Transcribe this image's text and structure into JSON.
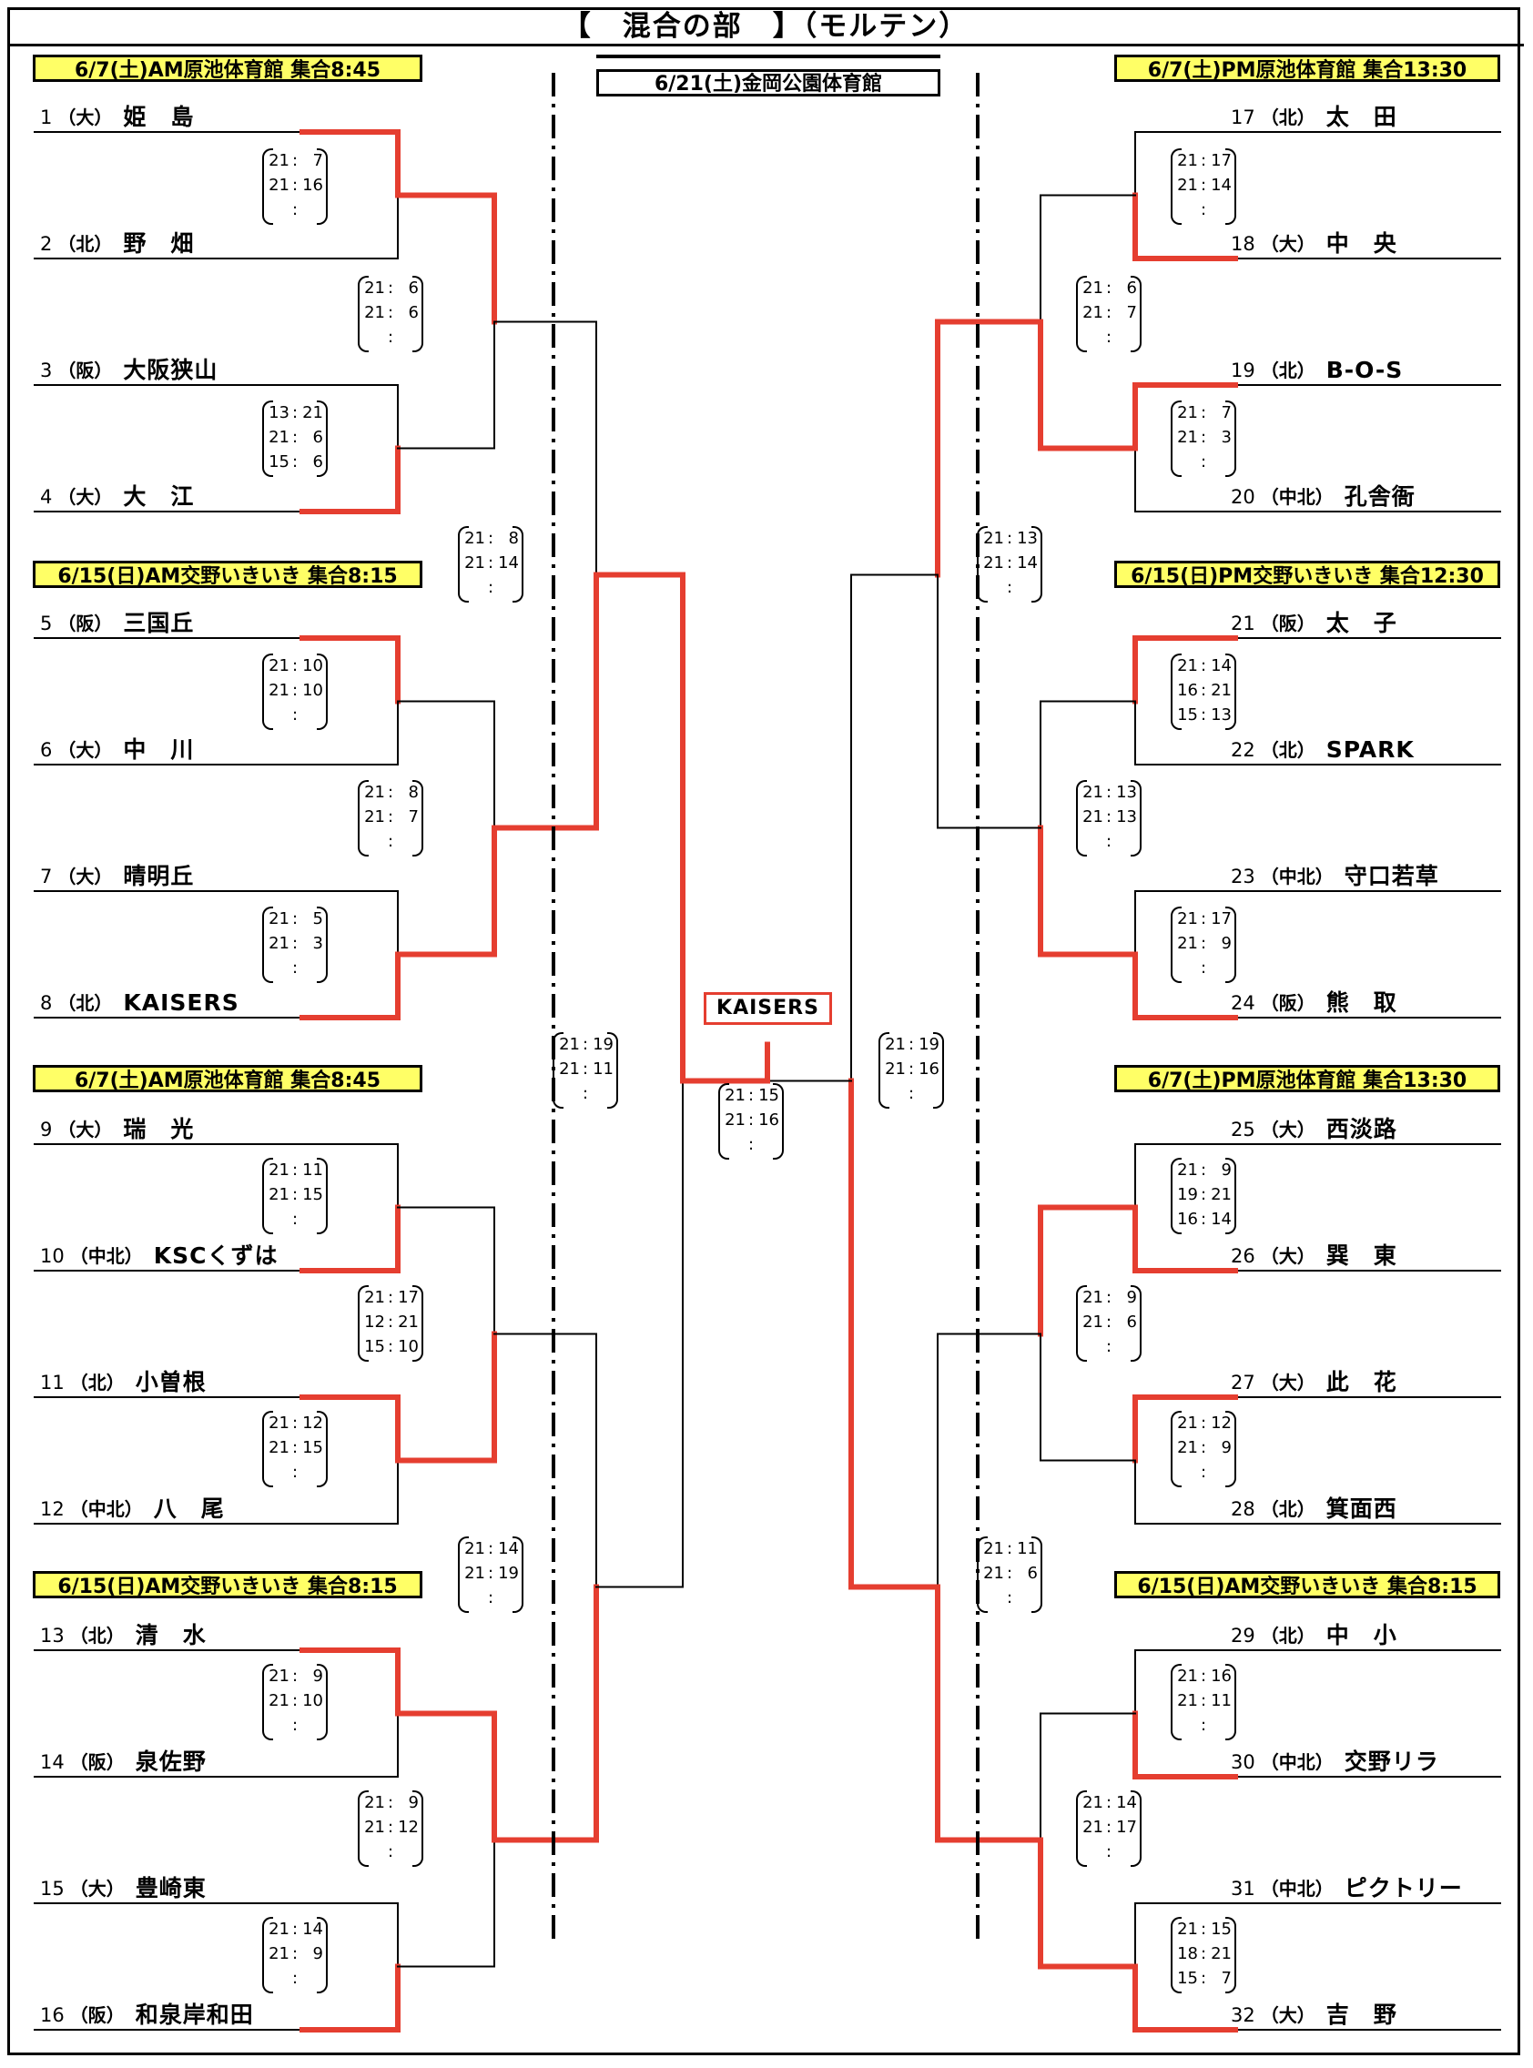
{
  "title": "【　混合の部　】（モルテン）",
  "final_venue": "6/21(土)金岡公園体育館",
  "champion": "KAISERS",
  "colors": {
    "winner_line": "#e53e30",
    "venue_fill": "#ffff66"
  },
  "venues": {
    "left_1": "6/7(土)AM原池体育館 集合8:45",
    "left_2": "6/15(日)AM交野いきいき 集合8:15",
    "left_3": "6/7(土)AM原池体育館 集合8:45",
    "left_4": "6/15(日)AM交野いきいき 集合8:15",
    "right_1": "6/7(土)PM原池体育館 集合13:30",
    "right_2": "6/15(日)PM交野いきいき 集合12:30",
    "right_3": "6/7(土)PM原池体育館 集合13:30",
    "right_4": "6/15(日)AM交野いきいき 集合8:15"
  },
  "teams": [
    {
      "num": "1",
      "reg": "（大）",
      "name": "姫　島"
    },
    {
      "num": "2",
      "reg": "（北）",
      "name": "野　畑"
    },
    {
      "num": "3",
      "reg": "（阪）",
      "name": "大阪狭山"
    },
    {
      "num": "4",
      "reg": "（大）",
      "name": "大　江"
    },
    {
      "num": "5",
      "reg": "（阪）",
      "name": "三国丘"
    },
    {
      "num": "6",
      "reg": "（大）",
      "name": "中　川"
    },
    {
      "num": "7",
      "reg": "（大）",
      "name": "晴明丘"
    },
    {
      "num": "8",
      "reg": "（北）",
      "name": "KAISERS"
    },
    {
      "num": "9",
      "reg": "（大）",
      "name": "瑞　光"
    },
    {
      "num": "10",
      "reg": "（中北）",
      "name": "KSCくずは"
    },
    {
      "num": "11",
      "reg": "（北）",
      "name": "小曽根"
    },
    {
      "num": "12",
      "reg": "（中北）",
      "name": "八　尾"
    },
    {
      "num": "13",
      "reg": "（北）",
      "name": "清　水"
    },
    {
      "num": "14",
      "reg": "（阪）",
      "name": "泉佐野"
    },
    {
      "num": "15",
      "reg": "（大）",
      "name": "豊崎東"
    },
    {
      "num": "16",
      "reg": "（阪）",
      "name": "和泉岸和田"
    },
    {
      "num": "17",
      "reg": "（北）",
      "name": "太　田"
    },
    {
      "num": "18",
      "reg": "（大）",
      "name": "中　央"
    },
    {
      "num": "19",
      "reg": "（北）",
      "name": "B-O-S"
    },
    {
      "num": "20",
      "reg": "（中北）",
      "name": "孔舎衙"
    },
    {
      "num": "21",
      "reg": "（阪）",
      "name": "太　子"
    },
    {
      "num": "22",
      "reg": "（北）",
      "name": "SPARK"
    },
    {
      "num": "23",
      "reg": "（中北）",
      "name": "守口若草"
    },
    {
      "num": "24",
      "reg": "（阪）",
      "name": "熊　取"
    },
    {
      "num": "25",
      "reg": "（大）",
      "name": "西淡路"
    },
    {
      "num": "26",
      "reg": "（大）",
      "name": "巽　東"
    },
    {
      "num": "27",
      "reg": "（大）",
      "name": "此　花"
    },
    {
      "num": "28",
      "reg": "（北）",
      "name": "箕面西"
    },
    {
      "num": "29",
      "reg": "（北）",
      "name": "中　小"
    },
    {
      "num": "30",
      "reg": "（中北）",
      "name": "交野リラ"
    },
    {
      "num": "31",
      "reg": "（中北）",
      "name": "ピクトリー"
    },
    {
      "num": "32",
      "reg": "（大）",
      "name": "吉　野"
    }
  ],
  "scores": [
    {
      "id": "m1",
      "sets": [
        [
          "21",
          "7"
        ],
        [
          "21",
          "16"
        ],
        [
          "",
          ""
        ]
      ]
    },
    {
      "id": "m2",
      "sets": [
        [
          "13",
          "21"
        ],
        [
          "21",
          "6"
        ],
        [
          "15",
          "6"
        ]
      ]
    },
    {
      "id": "m3",
      "sets": [
        [
          "21",
          "10"
        ],
        [
          "21",
          "10"
        ],
        [
          "",
          ""
        ]
      ]
    },
    {
      "id": "m4",
      "sets": [
        [
          "21",
          "5"
        ],
        [
          "21",
          "3"
        ],
        [
          "",
          ""
        ]
      ]
    },
    {
      "id": "m5",
      "sets": [
        [
          "21",
          "11"
        ],
        [
          "21",
          "15"
        ],
        [
          "",
          ""
        ]
      ]
    },
    {
      "id": "m6",
      "sets": [
        [
          "21",
          "12"
        ],
        [
          "21",
          "15"
        ],
        [
          "",
          ""
        ]
      ]
    },
    {
      "id": "m7",
      "sets": [
        [
          "21",
          "9"
        ],
        [
          "21",
          "10"
        ],
        [
          "",
          ""
        ]
      ]
    },
    {
      "id": "m8",
      "sets": [
        [
          "21",
          "14"
        ],
        [
          "21",
          "9"
        ],
        [
          "",
          ""
        ]
      ]
    },
    {
      "id": "m9",
      "sets": [
        [
          "21",
          "6"
        ],
        [
          "21",
          "6"
        ],
        [
          "",
          ""
        ]
      ]
    },
    {
      "id": "m10",
      "sets": [
        [
          "21",
          "8"
        ],
        [
          "21",
          "7"
        ],
        [
          "",
          ""
        ]
      ]
    },
    {
      "id": "m11",
      "sets": [
        [
          "21",
          "17"
        ],
        [
          "12",
          "21"
        ],
        [
          "15",
          "10"
        ]
      ]
    },
    {
      "id": "m12",
      "sets": [
        [
          "21",
          "9"
        ],
        [
          "21",
          "12"
        ],
        [
          "",
          ""
        ]
      ]
    },
    {
      "id": "m13",
      "sets": [
        [
          "21",
          "8"
        ],
        [
          "21",
          "14"
        ],
        [
          "",
          ""
        ]
      ]
    },
    {
      "id": "m14",
      "sets": [
        [
          "21",
          "14"
        ],
        [
          "21",
          "19"
        ],
        [
          "",
          ""
        ]
      ]
    },
    {
      "id": "m15",
      "sets": [
        [
          "21",
          "19"
        ],
        [
          "21",
          "11"
        ],
        [
          "",
          ""
        ]
      ]
    },
    {
      "id": "m16",
      "sets": [
        [
          "21",
          "17"
        ],
        [
          "21",
          "14"
        ],
        [
          "",
          ""
        ]
      ]
    },
    {
      "id": "m17",
      "sets": [
        [
          "21",
          "7"
        ],
        [
          "21",
          "3"
        ],
        [
          "",
          ""
        ]
      ]
    },
    {
      "id": "m18",
      "sets": [
        [
          "21",
          "14"
        ],
        [
          "16",
          "21"
        ],
        [
          "15",
          "13"
        ]
      ]
    },
    {
      "id": "m19",
      "sets": [
        [
          "21",
          "17"
        ],
        [
          "21",
          "9"
        ],
        [
          "",
          ""
        ]
      ]
    },
    {
      "id": "m20",
      "sets": [
        [
          "21",
          "9"
        ],
        [
          "19",
          "21"
        ],
        [
          "16",
          "14"
        ]
      ]
    },
    {
      "id": "m21",
      "sets": [
        [
          "21",
          "12"
        ],
        [
          "21",
          "9"
        ],
        [
          "",
          ""
        ]
      ]
    },
    {
      "id": "m22",
      "sets": [
        [
          "21",
          "16"
        ],
        [
          "21",
          "11"
        ],
        [
          "",
          ""
        ]
      ]
    },
    {
      "id": "m23",
      "sets": [
        [
          "21",
          "15"
        ],
        [
          "18",
          "21"
        ],
        [
          "15",
          "7"
        ]
      ]
    },
    {
      "id": "m24",
      "sets": [
        [
          "21",
          "6"
        ],
        [
          "21",
          "7"
        ],
        [
          "",
          ""
        ]
      ]
    },
    {
      "id": "m25",
      "sets": [
        [
          "21",
          "13"
        ],
        [
          "21",
          "13"
        ],
        [
          "",
          ""
        ]
      ]
    },
    {
      "id": "m26",
      "sets": [
        [
          "21",
          "9"
        ],
        [
          "21",
          "6"
        ],
        [
          "",
          ""
        ]
      ]
    },
    {
      "id": "m27",
      "sets": [
        [
          "21",
          "14"
        ],
        [
          "21",
          "17"
        ],
        [
          "",
          ""
        ]
      ]
    },
    {
      "id": "m28",
      "sets": [
        [
          "21",
          "13"
        ],
        [
          "21",
          "14"
        ],
        [
          "",
          ""
        ]
      ]
    },
    {
      "id": "m29",
      "sets": [
        [
          "21",
          "11"
        ],
        [
          "21",
          "6"
        ],
        [
          "",
          ""
        ]
      ]
    },
    {
      "id": "m30",
      "sets": [
        [
          "21",
          "19"
        ],
        [
          "21",
          "16"
        ],
        [
          "",
          ""
        ]
      ]
    },
    {
      "id": "m31",
      "sets": [
        [
          "21",
          "15"
        ],
        [
          "21",
          "16"
        ],
        [
          "",
          ""
        ]
      ]
    }
  ]
}
